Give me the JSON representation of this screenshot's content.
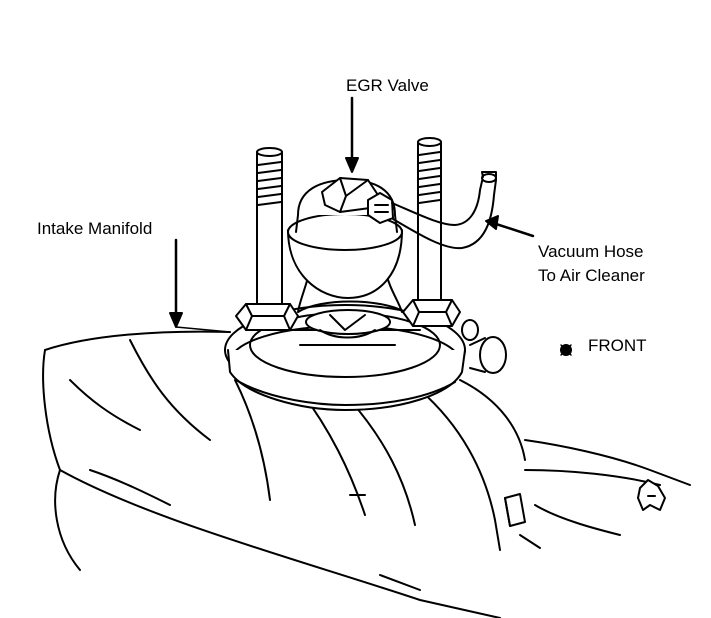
{
  "diagram": {
    "labels": {
      "egr_valve": "EGR Valve",
      "intake_manifold": "Intake Manifold",
      "vacuum_hose_line1": "Vacuum Hose",
      "vacuum_hose_line2": "To Air Cleaner",
      "front": "FRONT"
    },
    "colors": {
      "ink": "#000000",
      "paper": "#ffffff"
    }
  }
}
